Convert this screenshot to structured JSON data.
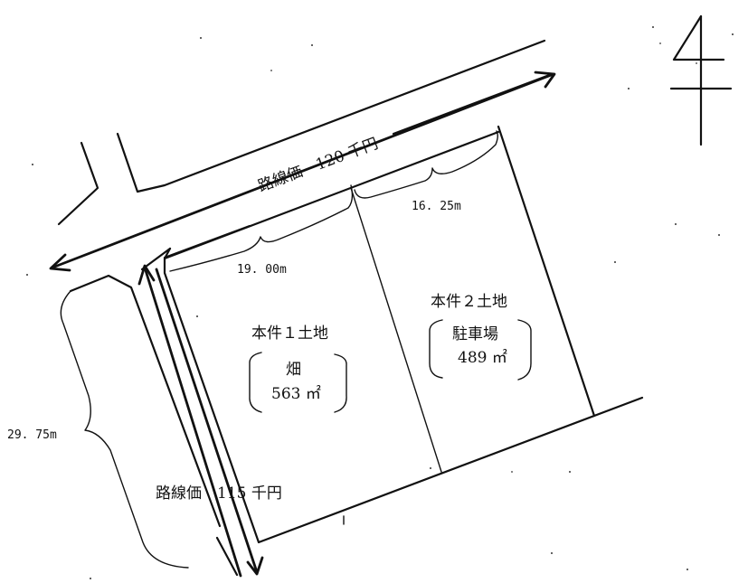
{
  "roads": {
    "north": {
      "label": "路線価　120 千円"
    },
    "west": {
      "label": "路線価　115 千円"
    }
  },
  "dimensions": {
    "lot1_frontage": "19. 00m",
    "lot2_frontage": "16. 25m",
    "depth": "29. 75m"
  },
  "lot1": {
    "title": "本件１土地",
    "use": "畑",
    "area": "563 ㎡"
  },
  "lot2": {
    "title": "本件２土地",
    "use": "駐車場",
    "area": "489 ㎡"
  },
  "north_symbol": {
    "icon": "north-arrow-icon"
  }
}
